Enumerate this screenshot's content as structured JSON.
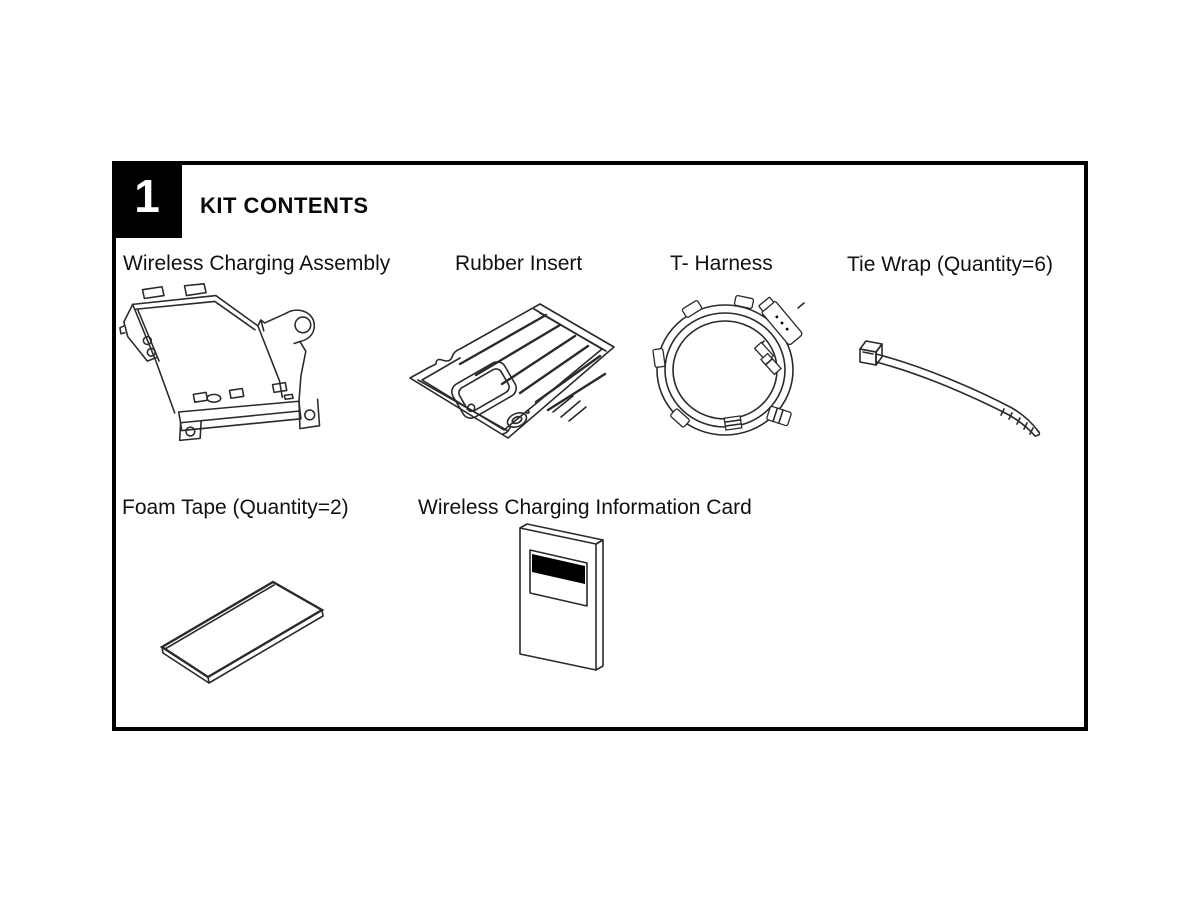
{
  "document": {
    "step_number": "1",
    "title": "KIT CONTENTS"
  },
  "kit_items": [
    {
      "label": "Wireless Charging Assembly",
      "illustration": "wireless-charging-assembly-illustration"
    },
    {
      "label": "Rubber Insert",
      "illustration": "rubber-insert-illustration"
    },
    {
      "label": "T- Harness",
      "illustration": "t-harness-illustration"
    },
    {
      "label": "Tie Wrap (Quantity=6)",
      "illustration": "tie-wrap-illustration"
    },
    {
      "label": "Foam Tape (Quantity=2)",
      "illustration": "foam-tape-illustration"
    },
    {
      "label": "Wireless Charging Information Card",
      "illustration": "information-card-illustration"
    }
  ],
  "colors": {
    "background": "#ffffff",
    "border": "#000000",
    "badge_background": "#000000",
    "badge_text": "#ffffff",
    "line_art": "#2a2a2a",
    "text": "#111111"
  }
}
